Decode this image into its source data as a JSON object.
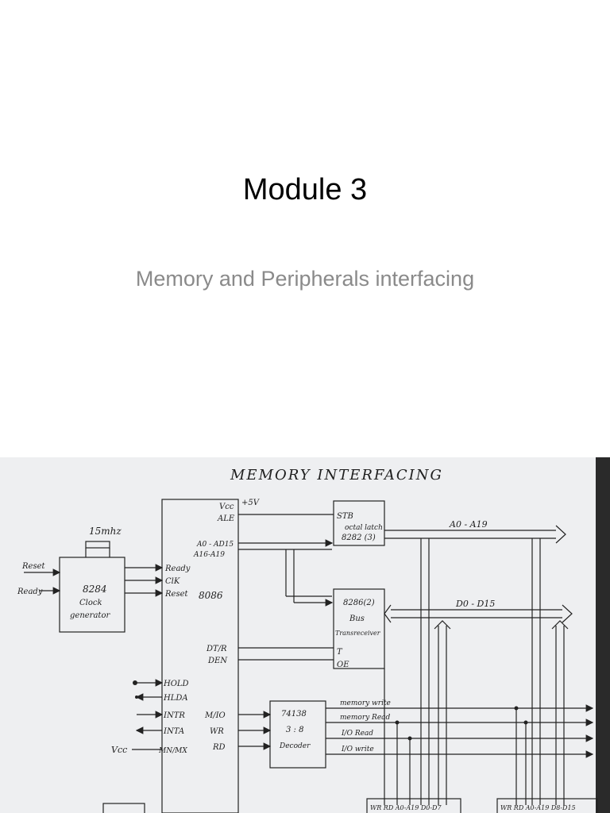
{
  "slide": {
    "title": "Module 3",
    "subtitle": "Memory and Peripherals interfacing"
  },
  "diagram": {
    "heading": "MEMORY INTERFACING",
    "clock": {
      "freq": "15mhz",
      "chip": "8284",
      "line1": "Clock",
      "line2": "generator"
    },
    "inputs": {
      "reset": "Reset",
      "ready": "Ready"
    },
    "cpu": {
      "vcc": "Vcc",
      "plus5v": "+5V",
      "ale": "ALE",
      "ad_bus": "A0 - AD15",
      "a_bus": "A16-A19",
      "ready": "Ready",
      "clk": "ClK",
      "reset": "Reset",
      "chip": "8086",
      "dtr": "DT/R",
      "den": "DEN",
      "hold": "HOLD",
      "hlda": "HLDA",
      "intr": "INTR",
      "inta": "INTA",
      "mnmx": "MN/MX",
      "mio": "M/IO",
      "wr": "WR",
      "rd": "RD"
    },
    "vcc_label": "Vcc",
    "latch": {
      "stb": "STB",
      "line1": "octal latch",
      "line2": "8282 (3)"
    },
    "transceiver": {
      "chip": "8286(2)",
      "line1": "Bus",
      "line2": "Transreceiver",
      "t": "T",
      "oe": "OE"
    },
    "buses": {
      "address": "A0 - A19",
      "data": "D0 - D15"
    },
    "decoder": {
      "chip": "74138",
      "ratio": "3 : 8",
      "name": "Decoder"
    },
    "outputs": {
      "mem_write": "memory write",
      "mem_read": "memory Read",
      "io_read": "I/O Read",
      "io_write": "I/O write"
    },
    "bottom": {
      "left": "WR RD A0-A19 D0-D7",
      "right": "WR RD A0-A19 D8-D15"
    }
  }
}
